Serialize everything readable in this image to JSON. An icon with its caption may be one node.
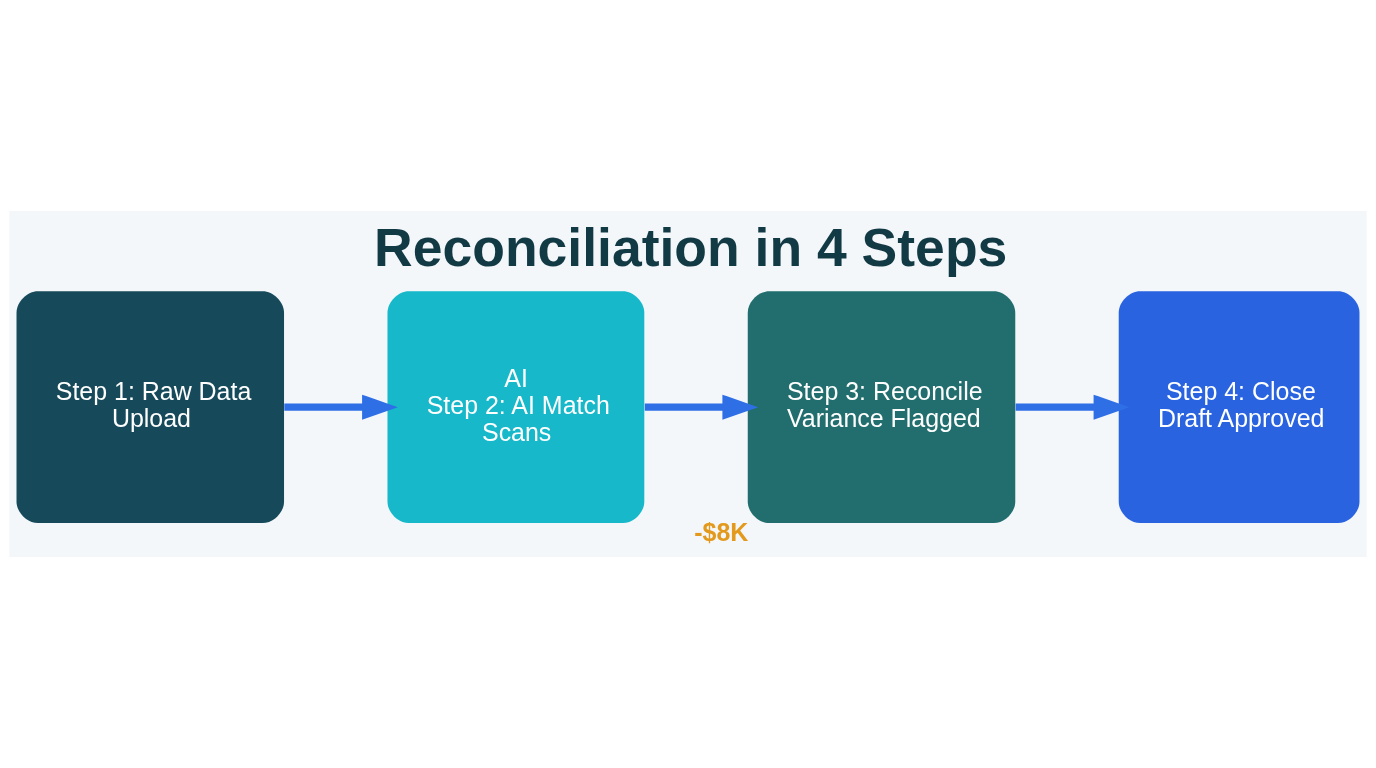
{
  "diagram": {
    "title": "Reconciliation in 4 Steps",
    "nodes": [
      {
        "text": [
          "Step 1: Raw Data",
          "Upload"
        ]
      },
      {
        "text": [
          "AI",
          "Step 2: AI Match",
          "Scans"
        ]
      },
      {
        "text": [
          "Step 3: Reconcile",
          "Variance Flagged"
        ],
        "beside": [
          "-$8K"
        ]
      },
      {
        "text": [
          "Step 4: Close",
          "Draft Approved"
        ]
      }
    ],
    "edges": [
      {
        "from": 0,
        "to": 1,
        "arrow": "to"
      },
      {
        "from": 1,
        "to": 2,
        "arrow": "to"
      },
      {
        "from": 2,
        "to": 3,
        "arrow": "to"
      }
    ]
  }
}
